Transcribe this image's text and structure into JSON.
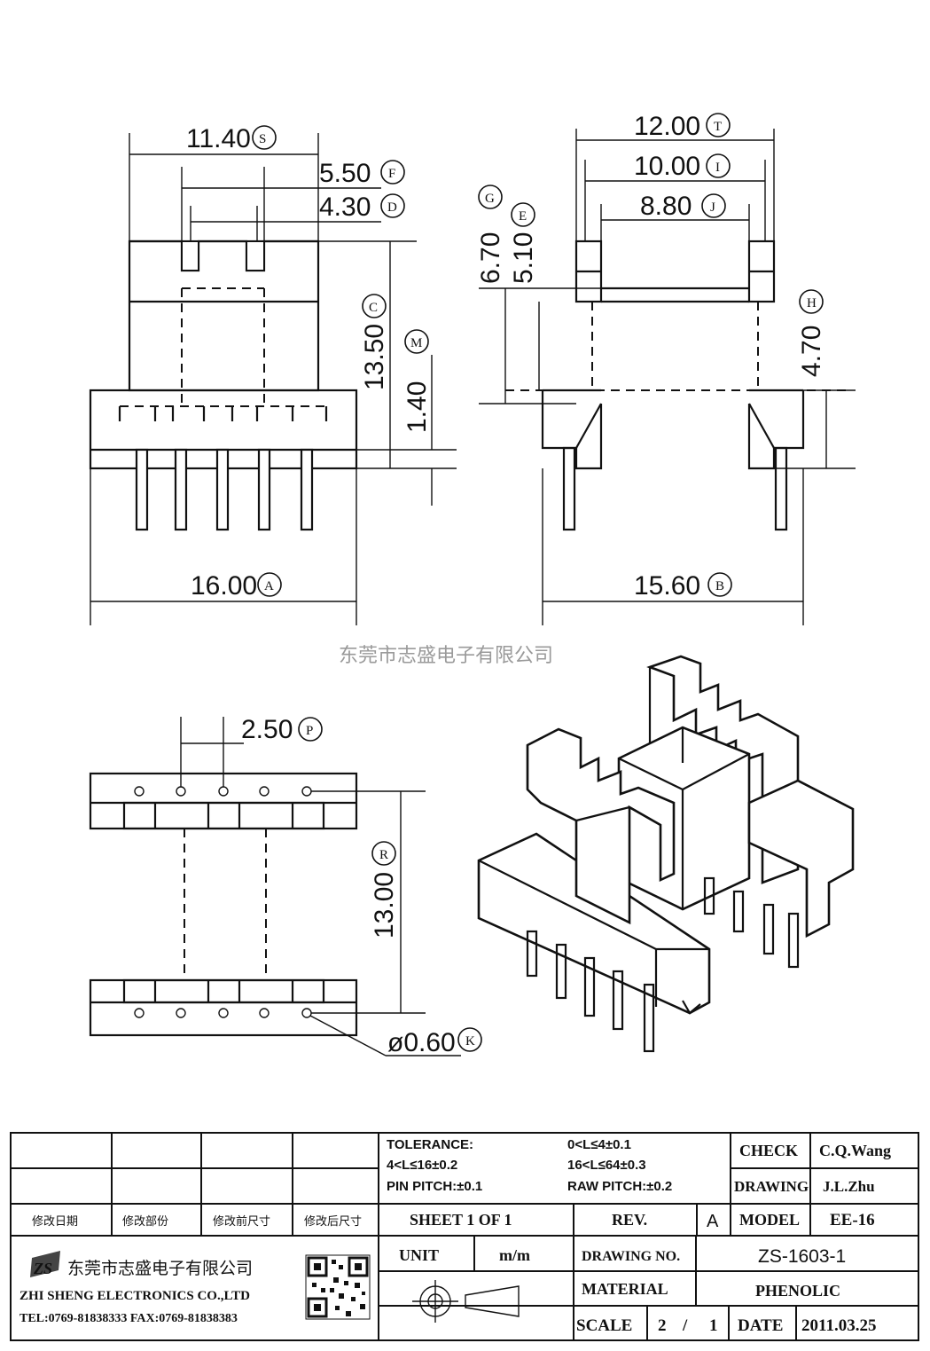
{
  "watermark": "东莞市志盛电子有限公司",
  "dimensions": {
    "A": "16.00",
    "B": "15.60",
    "C": "13.50",
    "D": "4.30",
    "E": "5.10",
    "F": "5.50",
    "G": "6.70",
    "H": "4.70",
    "I": "10.00",
    "J": "8.80",
    "K": "ø0.60",
    "M": "1.40",
    "P": "2.50",
    "R": "13.00",
    "S": "11.40",
    "T": "12.00"
  },
  "title_block": {
    "tolerance_label": "TOLERANCE:",
    "tol_1": "0<L≤4±0.1",
    "tol_2": "4<L≤16±0.2",
    "tol_3": "16<L≤64±0.3",
    "pin_pitch": "PIN PITCH:±0.1",
    "raw_pitch": "RAW PITCH:±0.2",
    "check_label": "CHECK",
    "check_value": "C.Q.Wang",
    "drawing_label": "DRAWING",
    "drawing_value": "J.L.Zhu",
    "rev_headers": [
      "修改日期",
      "修改部份",
      "修改前尺寸",
      "修改后尺寸"
    ],
    "sheet": "SHEET  1  OF  1",
    "rev_label": "REV.",
    "rev_value": "A",
    "model_label": "MODEL",
    "model_value": "EE-16",
    "unit_label": "UNIT",
    "unit_value": "m/m",
    "drawing_no_label": "DRAWING  NO.",
    "drawing_no_value": "ZS-1603-1",
    "material_label": "MATERIAL",
    "material_value": "PHENOLIC",
    "scale_label": "SCALE",
    "scale_num": "2",
    "scale_sep": "/",
    "scale_den": "1",
    "date_label": "DATE",
    "date_value": "2011.03.25",
    "company_cn": "东莞市志盛电子有限公司",
    "company_en": "ZHI SHENG  ELECTRONICS CO.,LTD",
    "contact": "TEL:0769-81838333 FAX:0769-81838383",
    "logo_text": "ZS"
  }
}
